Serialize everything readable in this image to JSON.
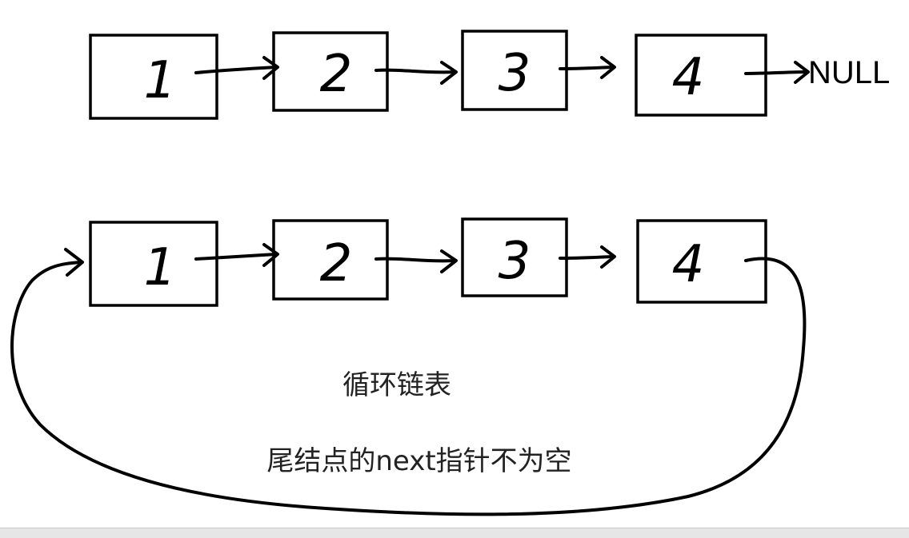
{
  "diagram": {
    "singly_linked": {
      "nodes": [
        "1",
        "2",
        "3",
        "4"
      ],
      "terminal": "NULL"
    },
    "circular_linked": {
      "nodes": [
        "1",
        "2",
        "3",
        "4"
      ]
    },
    "caption_title": "循环链表",
    "caption_note": "尾结点的next指针不为空"
  }
}
